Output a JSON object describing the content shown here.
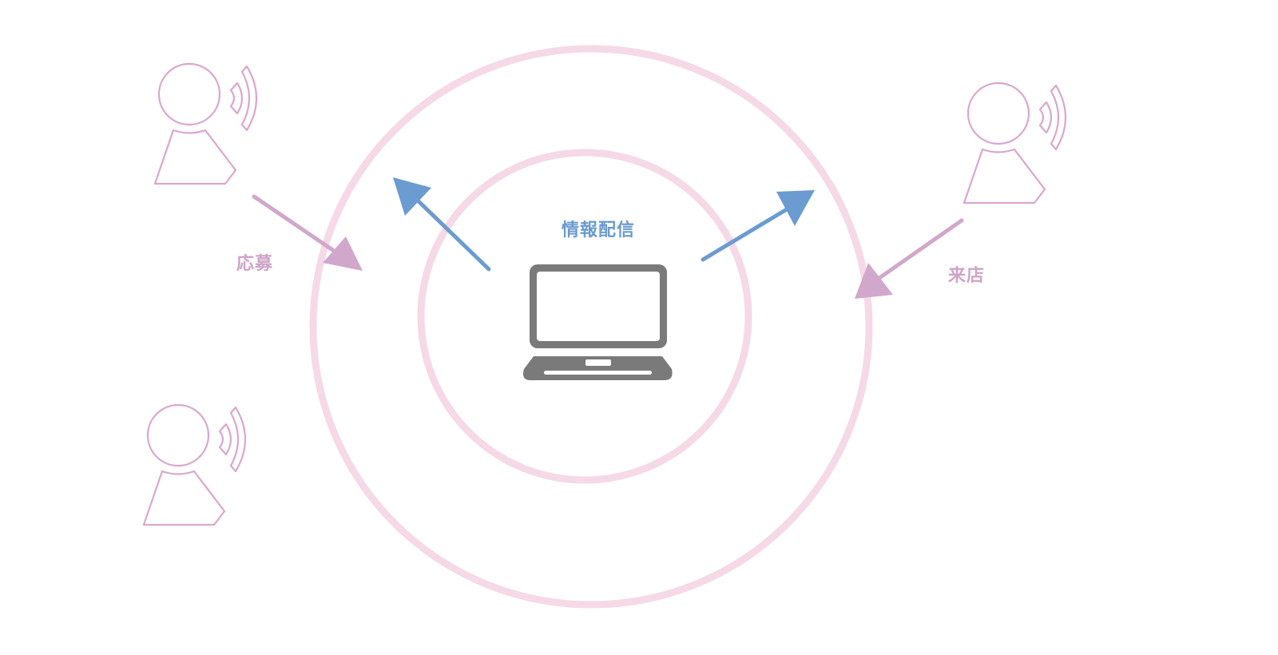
{
  "labels": {
    "distribution": "情報配信",
    "application": "応募",
    "visit": "来店"
  },
  "icons": {
    "center": "laptop-icon",
    "people": [
      "person-speaking-icon",
      "person-speaking-icon",
      "person-speaking-icon"
    ]
  },
  "colors": {
    "ring": "#f6d9e6",
    "person_outline": "#dba6cf",
    "inbound_arrow": "#d1a7cc",
    "outbound_arrow": "#6a9bd1",
    "laptop": "#7a7a7a",
    "label_pink": "#cfa3c8",
    "label_blue": "#6a9bd1"
  }
}
